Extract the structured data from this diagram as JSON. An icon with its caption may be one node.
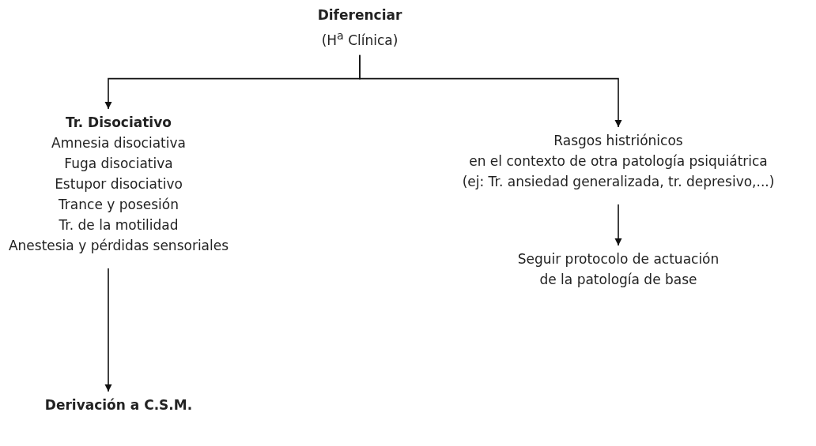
{
  "diagram": {
    "nodes": [
      {
        "text": [
          "Diferenciar",
          "(H$^{a}$ Clínica)"
        ]
      },
      {
        "text": [
          "Tr. Disociativo",
          "Amnesia disociativa",
          "Fuga disociativa",
          "Estupor disociativo",
          "Trance y posesión",
          "Tr. de la motilidad",
          "Anestesia y pérdidas sensoriales"
        ]
      },
      {
        "text": [
          "Rasgos histriónicos",
          "en el contexto de otra patología psiquiátrica",
          "(ej: Tr. ansiedad generalizada, tr. depresivo,...)"
        ]
      },
      {
        "text": [
          "Seguir protocolo de actuación",
          "de  la patología de base"
        ]
      },
      {
        "text": [
          "Derivación a C.S.M."
        ]
      }
    ],
    "edges": [
      {
        "from": 0,
        "to": 1,
        "arrow": "to"
      },
      {
        "from": 0,
        "to": 2,
        "arrow": "to"
      },
      {
        "from": 2,
        "to": 3,
        "arrow": "to"
      },
      {
        "from": 1,
        "to": 4,
        "arrow": "to"
      }
    ]
  }
}
